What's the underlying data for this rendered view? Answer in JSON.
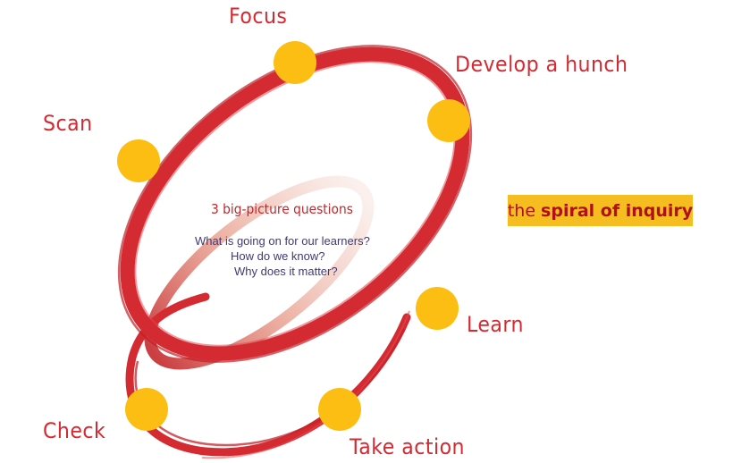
{
  "diagram": {
    "stages": {
      "focus": "Focus",
      "develop": "Develop a hunch",
      "scan": "Scan",
      "learn": "Learn",
      "check": "Check",
      "take_action": "Take action"
    },
    "center": {
      "title": "3 big-picture questions",
      "questions": [
        "What is going on for our learners?",
        "How do we know?",
        "Why does it matter?"
      ]
    },
    "badge": {
      "prefix": "the",
      "emphasis": "spiral of inquiry"
    },
    "colors": {
      "ring": "#d42a32",
      "node": "#fcbe12",
      "label": "#d42a32",
      "question_text": "#3f3a78",
      "badge_bg": "#f5bd1f",
      "badge_text": "#b0101d"
    }
  }
}
